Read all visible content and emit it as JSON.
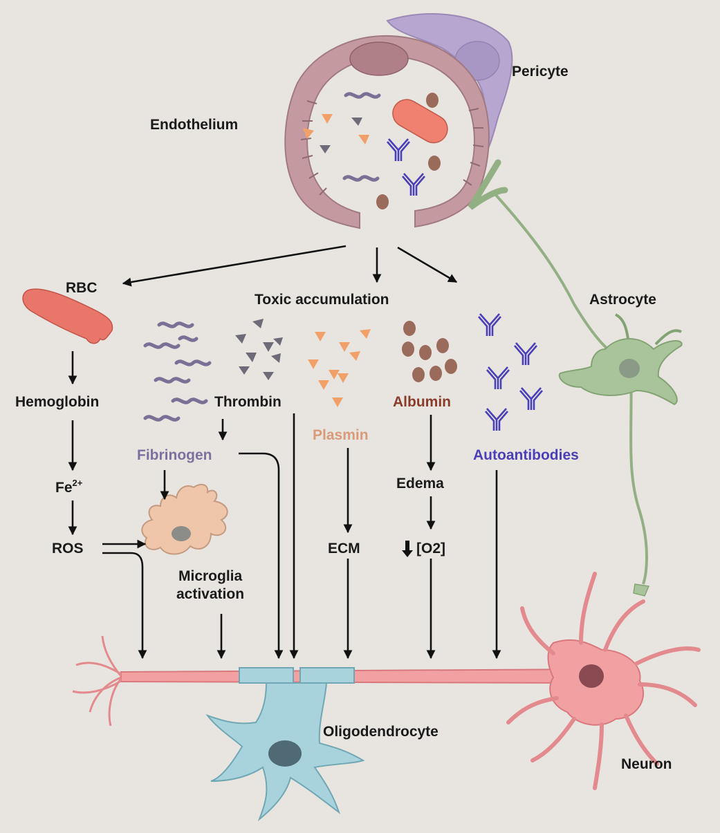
{
  "colors": {
    "background": "#e8e5e0",
    "endothelium": "#c49aa0",
    "pericyte": "#b7a6cf",
    "astrocyte": "#a9c49a",
    "neuron": "#f2a1a3",
    "oligodendrocyte": "#a8d3dc",
    "microglia": "#f0c6ab",
    "rbc": "#e8766a",
    "fibrinogen": "#7b6f96",
    "thrombin": "#6e6a78",
    "plasmin": "#f2a06a",
    "albumin": "#8c5a4a",
    "autoantibodies": "#4b3fb8",
    "plasmin_text": "#d99a7a",
    "albumin_text": "#8a3b2a",
    "fibrinogen_text": "#7d6f9e",
    "autoantibodies_text": "#4b3fb8"
  },
  "labels": {
    "endothelium": "Endothelium",
    "pericyte": "Pericyte",
    "rbc": "RBC",
    "toxic_accumulation": "Toxic accumulation",
    "astrocyte": "Astrocyte",
    "hemoglobin": "Hemoglobin",
    "thrombin": "Thrombin",
    "albumin": "Albumin",
    "plasmin": "Plasmin",
    "fibrinogen": "Fibrinogen",
    "autoantibodies": "Autoantibodies",
    "fe_base": "Fe",
    "fe_sup": "2+",
    "edema": "Edema",
    "ros": "ROS",
    "ecm": "ECM",
    "o2": "[O2]",
    "microglia_line1": "Microglia",
    "microglia_line2": "activation",
    "oligodendrocyte": "Oligodendrocyte",
    "neuron": "Neuron"
  }
}
